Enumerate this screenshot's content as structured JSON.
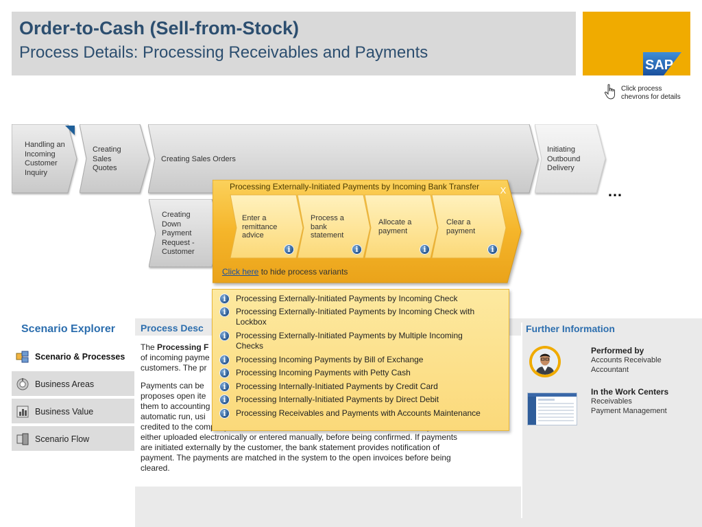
{
  "header": {
    "title": "Order-to-Cash (Sell-from-Stock)",
    "subtitle": "Process Details: Processing Receivables and Payments"
  },
  "logo": {
    "text": "SAP",
    "brand_color": "#f0ab00",
    "icon": "sap-logo"
  },
  "hint": {
    "icon": "pointing-hand-icon",
    "line1": "Click process",
    "line2": "chevrons for details"
  },
  "process_flow": {
    "steps": [
      {
        "line1": "Handling an",
        "line2": "Incoming",
        "line3": "Customer",
        "line4": "Inquiry"
      },
      {
        "line1": "Creating",
        "line2": "Sales",
        "line3": "Quotes"
      },
      {
        "line1": "Creating Sales Orders"
      },
      {
        "line1": "Initiating",
        "line2": "Outbound",
        "line3": "Delivery"
      }
    ],
    "sub_step": {
      "line1": "Creating",
      "line2": "Down",
      "line3": "Payment",
      "line4": "Request -",
      "line5": "Customer"
    },
    "more": "…"
  },
  "popup": {
    "title": "Processing Externally-Initiated Payments by Incoming Bank Transfer",
    "close_label": "X",
    "steps": [
      {
        "line1": "Enter a",
        "line2": "remittance",
        "line3": "advice"
      },
      {
        "line1": "Process a",
        "line2": "bank",
        "line3": "statement"
      },
      {
        "line1": "Allocate a",
        "line2": "payment"
      },
      {
        "line1": "Clear a",
        "line2": "payment"
      }
    ],
    "info_glyph": "i",
    "hide_link": "Click here",
    "hide_text": " to hide process variants"
  },
  "variants": [
    {
      "line1": "Processing Externally-Initiated Payments by Incoming Check"
    },
    {
      "line1": "Processing Externally-Initiated Payments by Incoming Check with",
      "line2": "Lockbox"
    },
    {
      "line1": "Processing Externally-Initiated Payments by Multiple Incoming",
      "line2": "Checks"
    },
    {
      "line1": "Processing Incoming Payments by Bill of Exchange"
    },
    {
      "line1": "Processing Incoming Payments with Petty Cash"
    },
    {
      "line1": "Processing Internally-Initiated Payments by Credit Card"
    },
    {
      "line1": "Processing Internally-Initiated Payments by Direct Debit"
    },
    {
      "line1": "Processing Receivables and Payments with Accounts Maintenance"
    }
  ],
  "scenario_explorer": {
    "title": "Scenario Explorer",
    "items": [
      {
        "label": "Scenario & Processes",
        "active": true,
        "icon": "scenario-processes-icon"
      },
      {
        "label": "Business Areas",
        "active": false,
        "icon": "business-areas-icon"
      },
      {
        "label": "Business Value",
        "active": false,
        "icon": "business-value-icon"
      },
      {
        "label": "Scenario Flow",
        "active": false,
        "icon": "scenario-flow-icon"
      }
    ]
  },
  "process_description": {
    "title": "Process Desc",
    "p1_line1_prefix": "The ",
    "p1_line1_bold": "Processing F",
    "p1_line2": "of incoming payme",
    "p1_line3": "customers. The pr",
    "p2_line1": "Payments can be",
    "p2_line2": "proposes open ite",
    "p2_line3": "them to accounting",
    "p2_line4": "automatic run, usi",
    "p2_line5": "credited to the company's bank account, the bank statement is entered in the system,",
    "p2_line6": "either uploaded electronically or entered manually, before being confirmed. If payments",
    "p2_line7": "are initiated externally by the customer, the bank statement provides notification of",
    "p2_line8": "payment. The payments are matched in the system to the open invoices before being",
    "p2_line9": "cleared."
  },
  "further_information": {
    "title": "Further Information",
    "performed_by_label": "Performed by",
    "performed_by_1": "Accounts Receivable",
    "performed_by_2": "Accountant",
    "work_centers_label": "In the Work Centers",
    "work_center_1": "Receivables",
    "work_center_2": "Payment Management"
  }
}
